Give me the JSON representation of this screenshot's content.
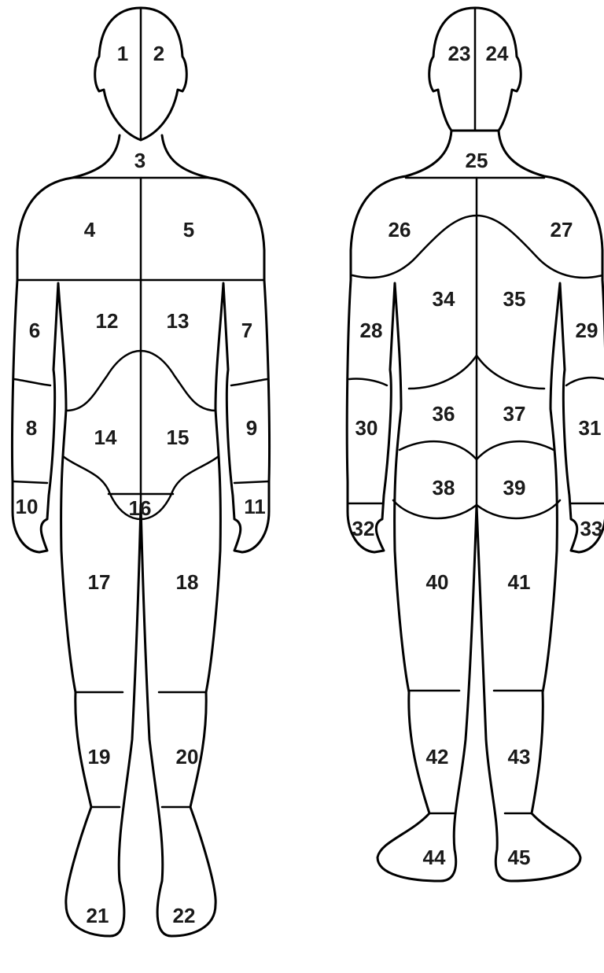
{
  "front_regions": [
    "1",
    "2",
    "3",
    "4",
    "5",
    "6",
    "7",
    "8",
    "9",
    "10",
    "11",
    "12",
    "13",
    "14",
    "15",
    "16",
    "17",
    "18",
    "19",
    "20",
    "21",
    "22"
  ],
  "back_regions": [
    "23",
    "24",
    "25",
    "26",
    "27",
    "28",
    "29",
    "30",
    "31",
    "32",
    "33",
    "34",
    "35",
    "36",
    "37",
    "38",
    "39",
    "40",
    "41",
    "42",
    "43",
    "44",
    "45"
  ],
  "colors": {
    "stroke": "#000000",
    "fill": "#ffffff",
    "label": "#1a1a1a"
  }
}
